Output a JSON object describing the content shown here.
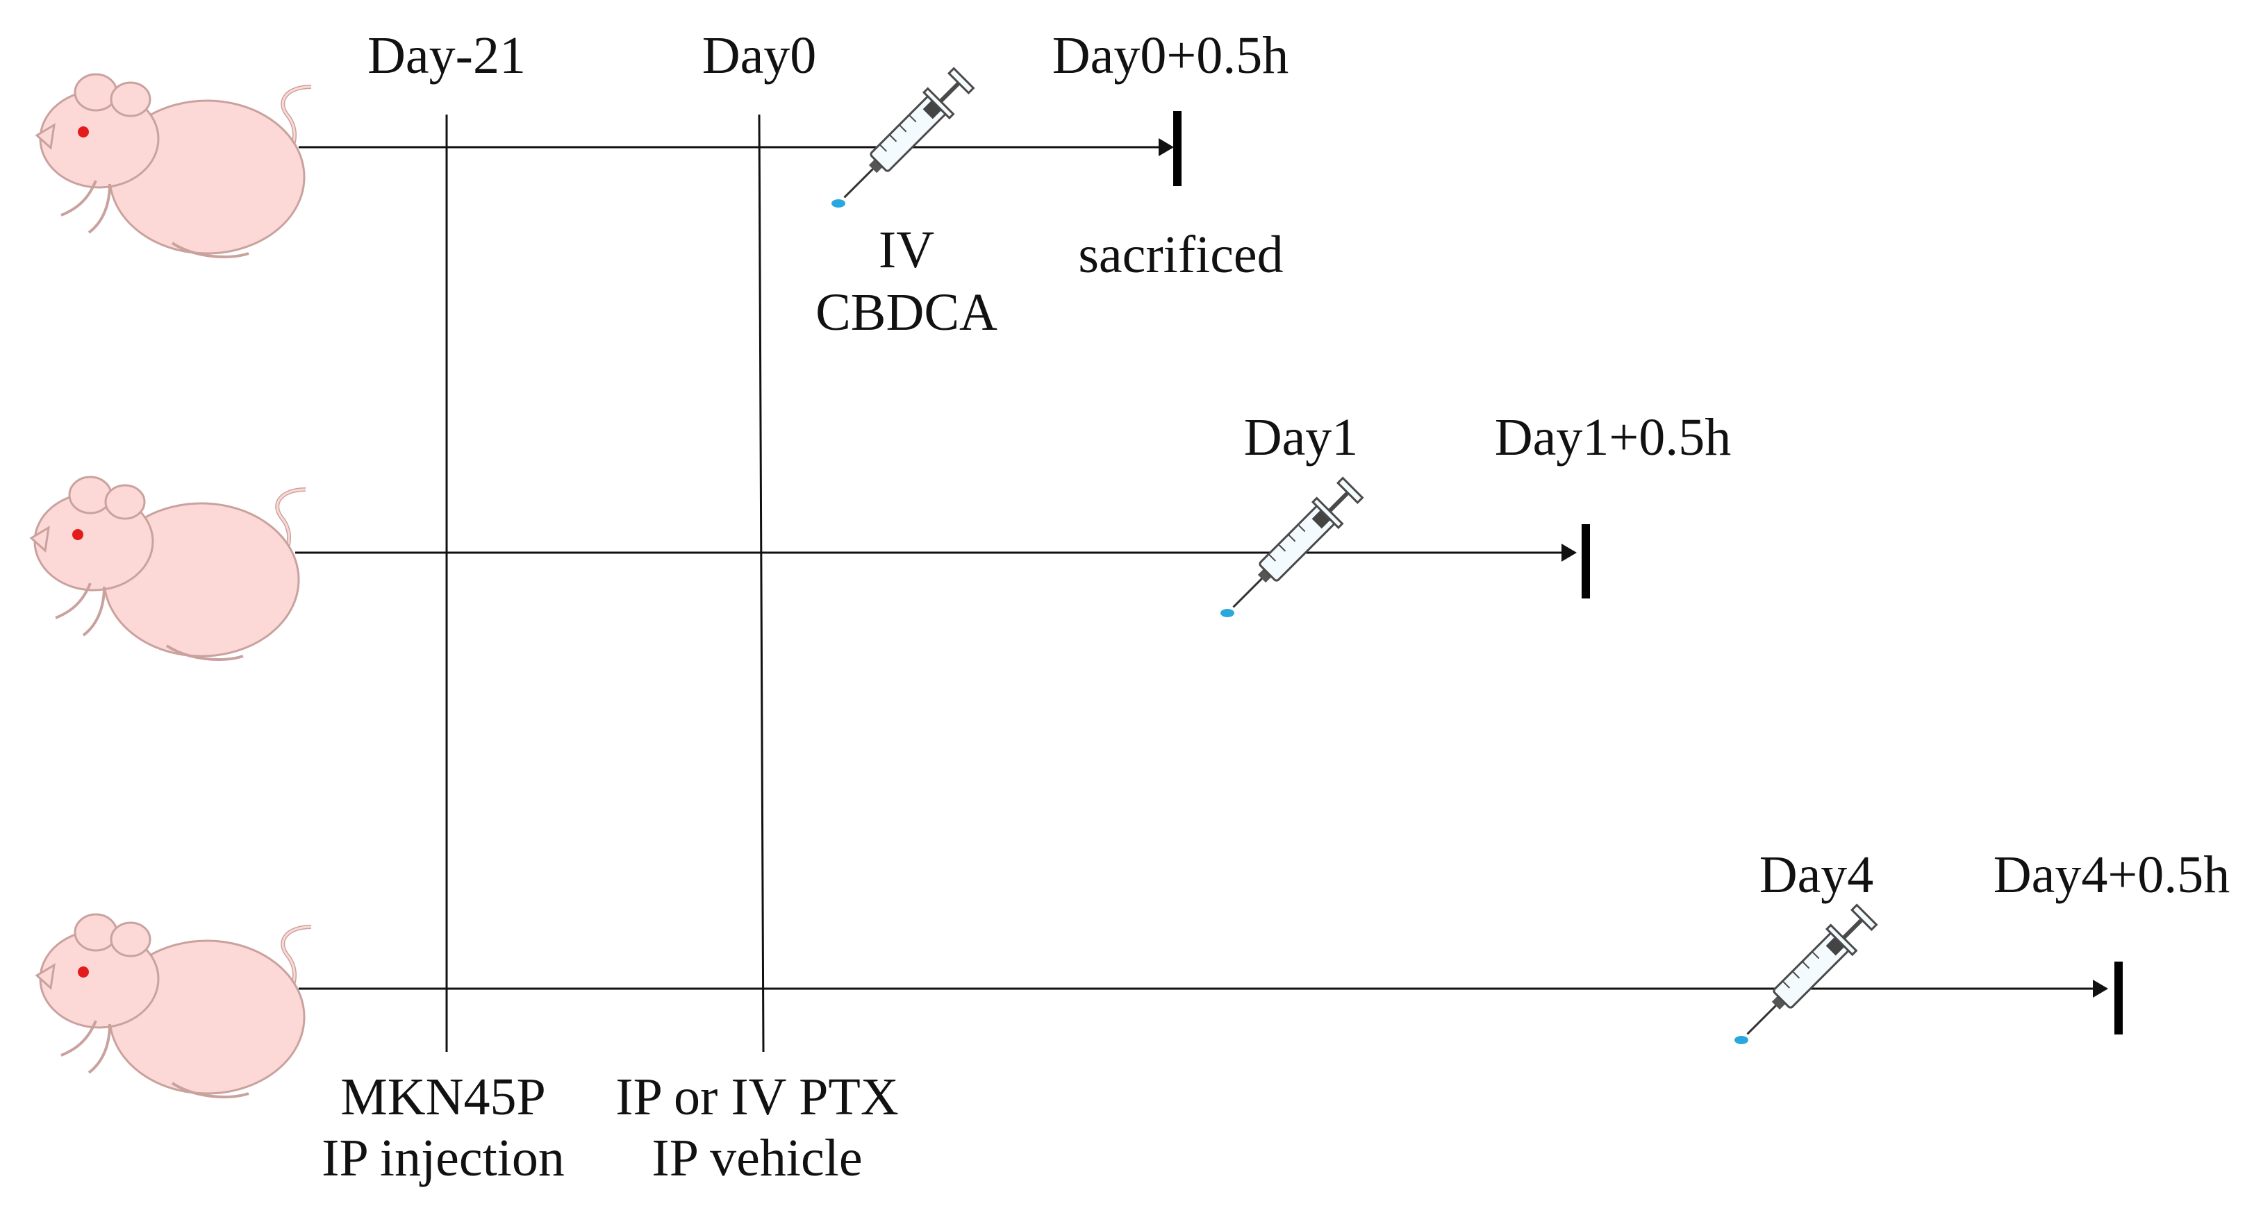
{
  "labels": {
    "day_minus21": "Day-21",
    "day0": "Day0",
    "day0_end": "Day0+0.5h",
    "iv": "IV",
    "cbdca": "CBDCA",
    "sacrificed": "sacrificed",
    "day1": "Day1",
    "day1_end": "Day1+0.5h",
    "day4": "Day4",
    "day4_end": "Day4+0.5h",
    "mkn45p": "MKN45P",
    "ip_injection": "IP injection",
    "ptx": "IP or IV PTX",
    "ip_vehicle": "IP vehicle"
  },
  "colors": {
    "mouse_body": "#fcd9d6",
    "mouse_outline": "#c9a29e",
    "mouse_eye": "#e31b1b",
    "drop": "#29a8e0",
    "line": "#111111"
  },
  "icons": {
    "mouse": "mouse-icon",
    "syringe": "syringe-icon"
  }
}
